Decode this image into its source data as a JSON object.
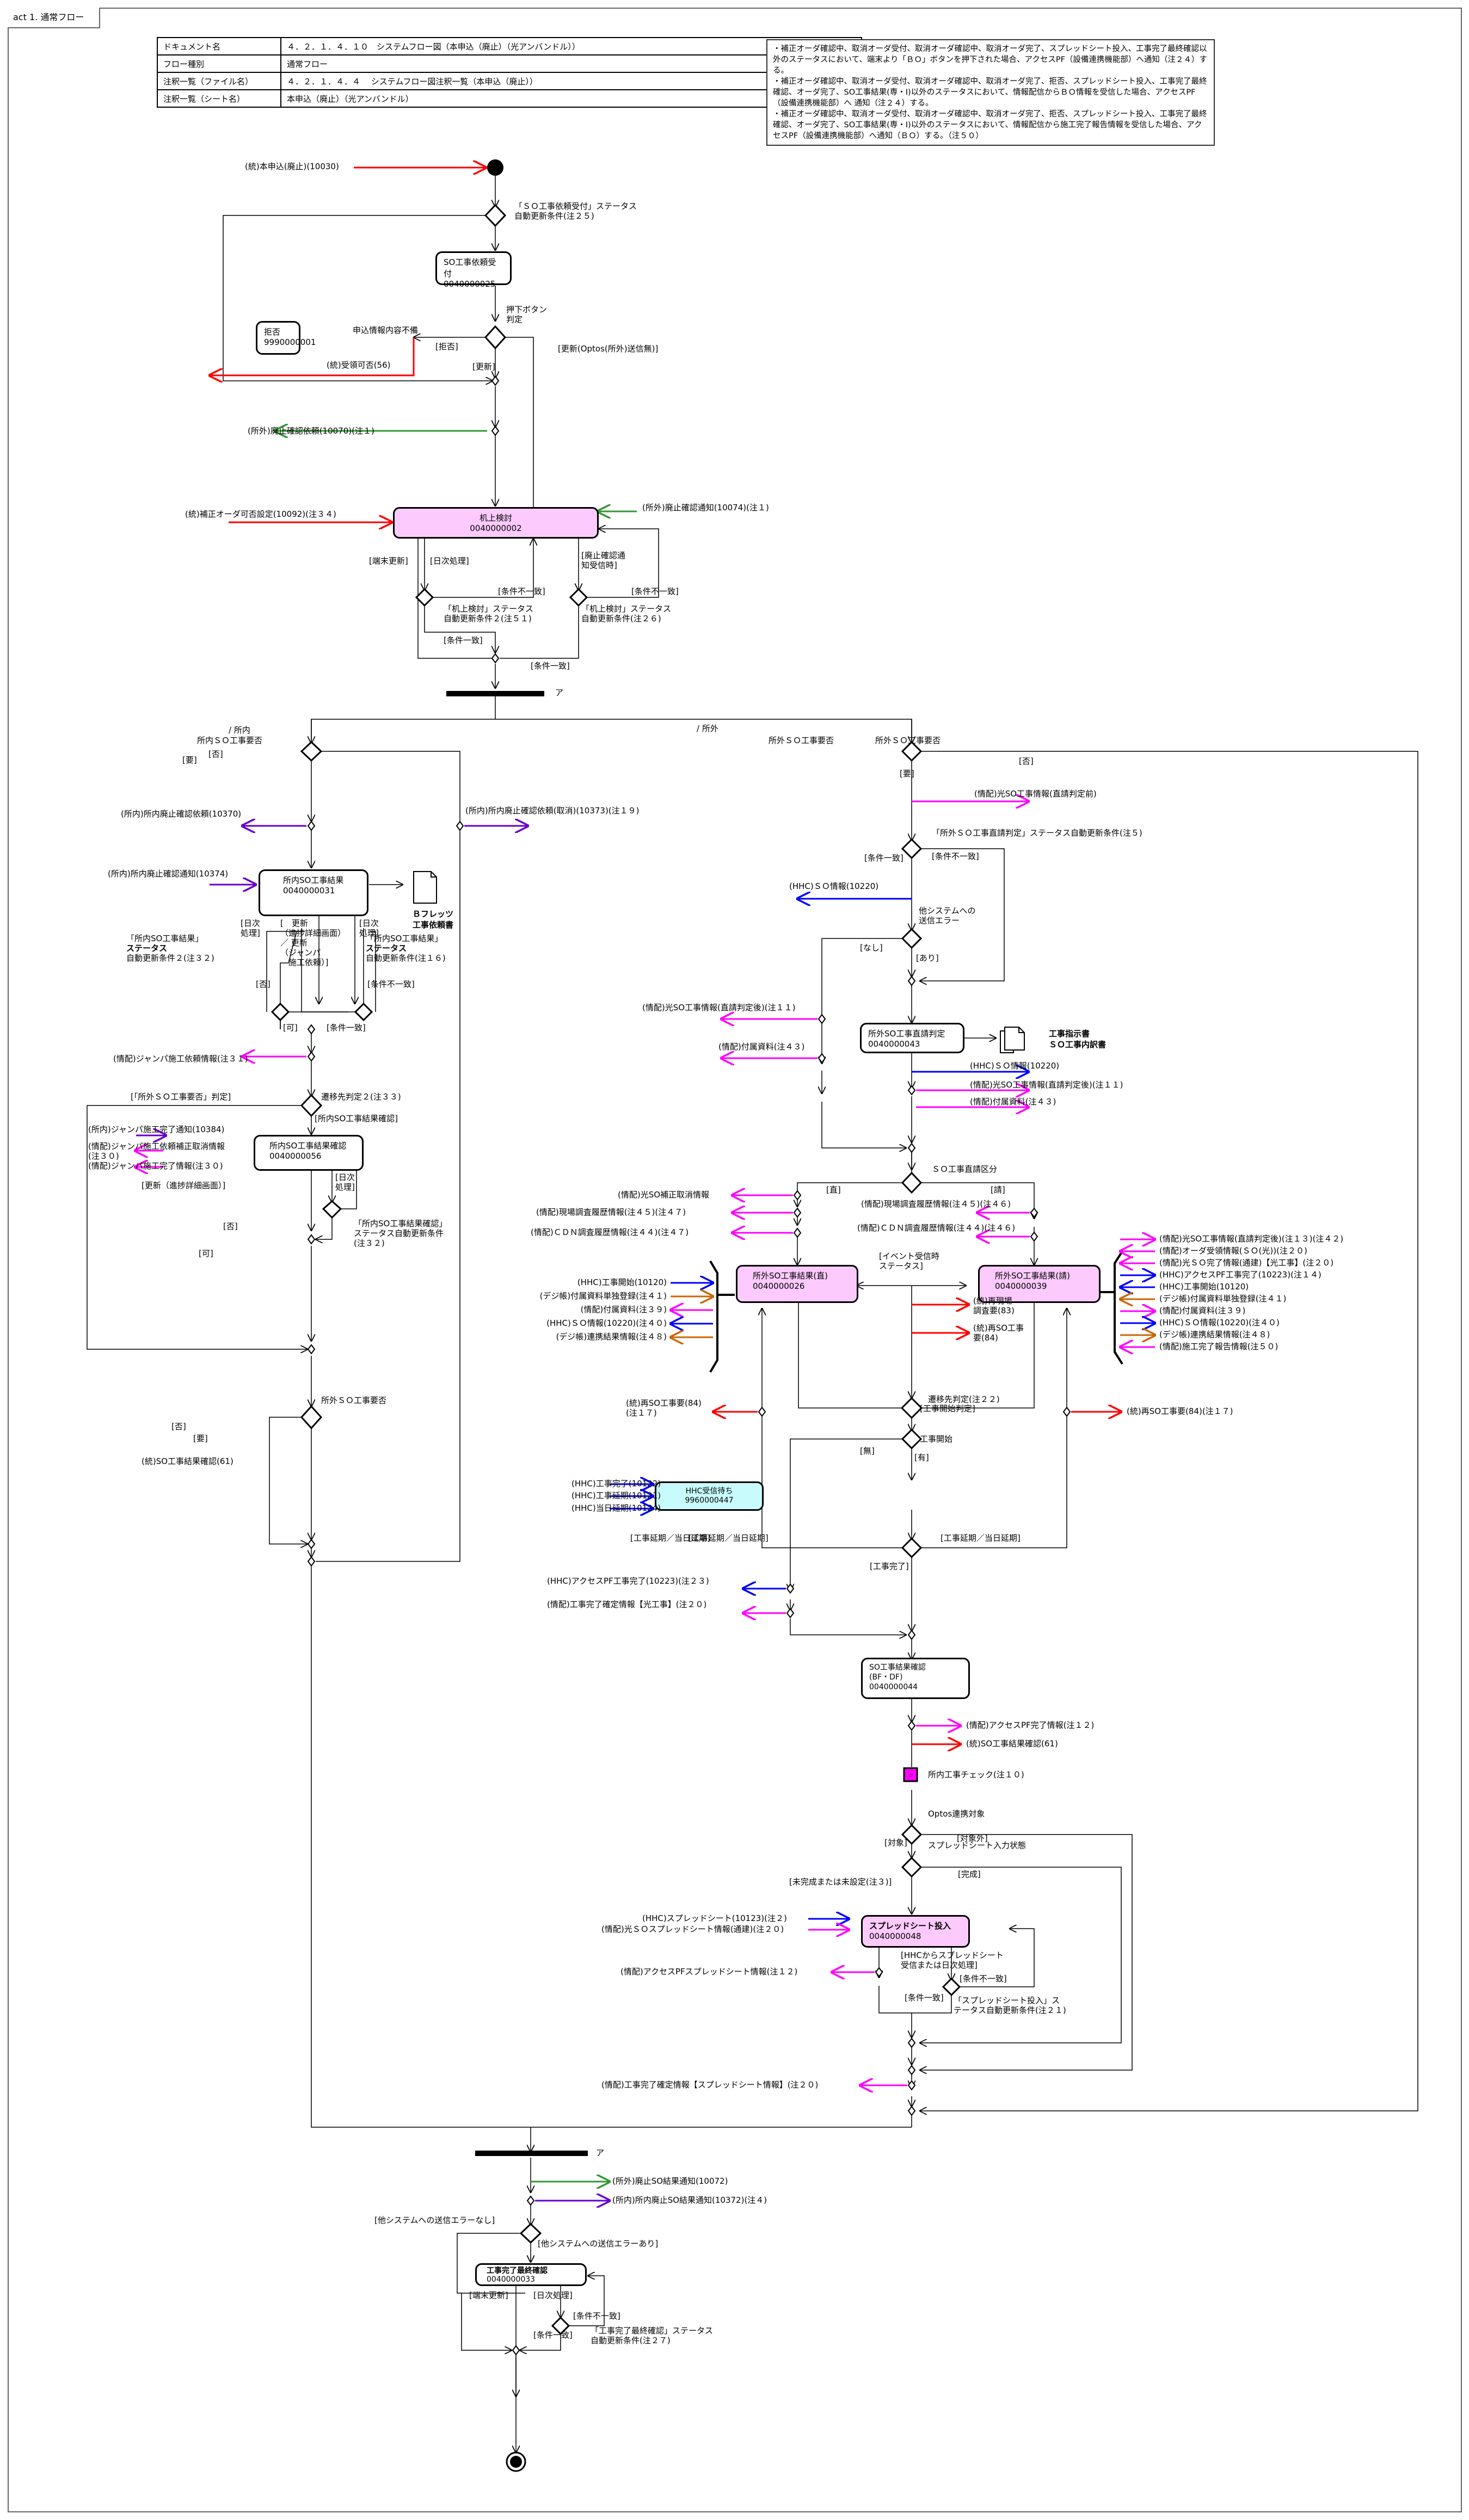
{
  "frame": {
    "title": "act 1. 通常フロー"
  },
  "meta_table": [
    {
      "key": "ドキュメント名",
      "value": "４．２．１．４．１０　システムフロー図（本申込（廃止）（光アンバンドル））"
    },
    {
      "key": "フロー種別",
      "value": "通常フロー"
    },
    {
      "key": "注釈一覧（ファイル名）",
      "value": "４．２．１．４．４　 システムフロー図注釈一覧（本申込（廃止））"
    },
    {
      "key": "注釈一覧（シート名）",
      "value": "本申込（廃止）（光アンバンドル）"
    }
  ],
  "note": [
    "・補正オーダ確認中、取消オーダ受付、取消オーダ確認中、取消オーダ完了、スプレッドシート投入、工事完了最終確認以外のステータスにおいて、端末より「ＢＯ」ボタンを押下された場合、アクセスPF（設備連携機能部）へ通知（注２４）する。",
    "・補正オーダ確認中、取消オーダ受付、取消オーダ確認中、取消オーダ完了、拒否、スプレッドシート投入、工事完了最終確認、オーダ完了、SO工事結果(専・I)以外のステータスにおいて、情報配信からＢＯ情報を受信した場合、アクセスPF（設備連携機能部）へ 通知（注２４）する。",
    "・補正オーダ確認中、取消オーダ受付、取消オーダ確認中、取消オーダ完了、拒否、スプレッドシート投入、工事完了最終確認、オーダ完了、SO工事結果(専・I)以外のステータスにおいて、情報配信から施工完了報告情報を受信した場合、アクセスPF（設備連携機能部）へ通知（ＢＯ）する。（注５０）"
  ],
  "colors": {
    "tokatsu": "#ff0000",
    "shogai": "#339933",
    "shonai": "#6600cc",
    "johai": "#ff00ff",
    "hhc": "#0000ff",
    "dejicho": "#cc6600",
    "pink_node": "#fccafc",
    "cyan_node": "#c8fcfc"
  },
  "nodes": {
    "so_irai": {
      "name": "SO工事依頼受付",
      "id": "0040000025"
    },
    "kyohi": {
      "name": "拒否",
      "id": "9990000001"
    },
    "kijo": {
      "name": "机上検討",
      "id": "0040000002"
    },
    "shonai_kekka": {
      "name": "所内SO工事結果",
      "id": "0040000031"
    },
    "shonai_kakunin": {
      "name": "所内SO工事結果確認",
      "id": "0040000056"
    },
    "shogai_chokusei": {
      "name": "所外SO工事直請判定",
      "id": "0040000043"
    },
    "shogai_choku": {
      "name": "所外SO工事結果(直)",
      "id": "0040000026"
    },
    "shogai_sei": {
      "name": "所外SO工事結果(請)",
      "id": "0040000039"
    },
    "hhc_wait": {
      "name": "HHC受信待ち",
      "id": "9960000447"
    },
    "so_kakunin": {
      "name": "SO工事結果確認",
      "sub": "(BF・DF)",
      "id": "0040000044"
    },
    "spread": {
      "name": "スプレッドシート投入",
      "id": "0040000048"
    },
    "kanryo": {
      "name": "工事完了最終確認",
      "id": "0040000033"
    }
  },
  "documents": {
    "bflets": [
      "Ｂフレッツ",
      "工事依頼書"
    ],
    "shiji": [
      "工事指示書",
      "ＳＯ工事内訳書"
    ]
  },
  "decisions": {
    "d_status25": [
      "「ＳＯ工事依頼受付」ステータス",
      "自動更新条件(注２５)"
    ],
    "d_oshita": [
      "押下ボタン",
      "判定"
    ],
    "d_kijo51": [
      "「机上検討」ステータス",
      "自動更新条件２(注５１)"
    ],
    "d_kijo26": [
      "「机上検討」ステータス",
      "自動更新条件(注２６)"
    ],
    "fork_a": "ア",
    "d_shonai_yohi": "所内ＳＯ工事要否",
    "d_shogai_yohi": "所外ＳＯ工事要否",
    "d_shonai32": [
      "「所内SO工事結果」",
      "ステータス",
      "自動更新条件２(注３２)"
    ],
    "d_shonai16": [
      "「所内SO工事結果」",
      "ステータス",
      "自動更新条件(注１６)"
    ],
    "d_seni33": "遷移先判定２(注３３)",
    "d_kakunin32": [
      "「所内SO工事結果確認」",
      "ステータス自動更新条件",
      "(注３２)"
    ],
    "d_shogai_yohi2": "所外ＳＯ工事要否",
    "d_chokusei5": "「所外ＳＯ工事直請判定」ステータス自動更新条件(注５)",
    "d_soshin_err": [
      "他システムへの",
      "送信エラー"
    ],
    "d_kubun": "ＳＯ工事直請区分",
    "d_seni22": "遷移先判定(注２２)",
    "d_koji_kaishi": "工事開始",
    "d_optos": "Optos連携対象",
    "d_spread_state": "スプレッドシート入力状態",
    "d_spread21": [
      "「スプレッドシート投入」ス",
      "テータス自動更新条件(注２１)"
    ],
    "d_kanryo27": [
      "「工事完了最終確認」ステータス",
      "自動更新条件(注２７)"
    ],
    "fork_a2": "ア",
    "shonai_check": "所内工事チェック(注１０)",
    "shonai_check_icon": "☆"
  },
  "guards": {
    "kyohi": "[拒否]",
    "koshin": "[更新]",
    "koshin_optos": "[更新(Optos(所外)送信無)]",
    "fubi": "申込情報内容不備",
    "tanmatsu": "[端末更新]",
    "nichiji": "[日次処理]",
    "fuicchi": "[条件不一致]",
    "icchi": "[条件一致]",
    "haishi_tsuchi": [
      "[廃止確認通",
      "知受信時]"
    ],
    "shonai": "/ 所内",
    "shogai": "/ 所外",
    "yo": "[要]",
    "hi": "[否]",
    "ka": "[可]",
    "nichiji2": [
      "[日次",
      "処理]"
    ],
    "koshin_shinchoku": [
      "[　更新",
      "（進捗詳細画面）",
      "／ 更新",
      "（ジャンパ",
      "　施工依頼）]"
    ],
    "shogai_hantei": "[「所外ＳＯ工事要否」判定]",
    "shonai_kakunin": "[所内SO工事結果確認]",
    "koshin_shinchoku2": "[更新（進捗詳細画面）]",
    "nashi": "[なし]",
    "ari": "[あり]",
    "choku": "[直]",
    "sei": "[請]",
    "event": [
      "[イベント受信時",
      "ステータス]"
    ],
    "koji_kaishi_hantei": "[工事開始判定]",
    "mu": "[無]",
    "yu": "[有]",
    "enki": "[工事延期／当日延期]",
    "kanryo": "[工事完了]",
    "taisho": "[対象]",
    "taishogai": "[対象外]",
    "kansei": "[完成]",
    "mikansei": "[未完成または未設定(注３)]",
    "hhc_spread": [
      "[HHCからスプレッドシート",
      "受信または日次処理]"
    ],
    "err_nashi": "[他システムへの送信エラーなし]",
    "err_ari": "[他システムへの送信エラーあり]"
  },
  "messages": {
    "m_honmoshikomi": "(統)本申込(廃止)(10030)",
    "m_juryo": "(統)受領可否(56)",
    "m_haishi_irai": "(所外)廃止確認依頼(10070)(注１)",
    "m_hosei": "(統)補正オーダ可否設定(10092)(注３４)",
    "m_haishi_tsuchi": "(所外)廃止確認通知(10074)(注１)",
    "m_shonai_irai": "(所内)所内廃止確認依頼(10370)",
    "m_shonai_torikeshi": "(所内)所内廃止確認依頼(取消)(10373)(注１９)",
    "m_shonai_tsuchi": "(所内)所内廃止確認通知(10374)",
    "m_jumper31": "(情配)ジャンパ施工依頼情報(注３１)",
    "m_jumper_kanryo_tsuchi": "(所内)ジャンパ施工完了通知(10384)",
    "m_jumper_hosei": [
      "(情配)ジャンパ施工依頼補正取消情報",
      "(注３０)"
    ],
    "m_jumper_kanryo": "(情配)ジャンパ施工完了情報(注３０)",
    "m_so_mae": "(情配)光SO工事情報(直請判定前)",
    "m_hhc_so": "(HHC)ＳＯ情報(10220)",
    "m_so_ato_l": "(情配)光SO工事情報(直請判定後)(注１１)",
    "m_fuzoku43_l": "(情配)付属資料(注４３)",
    "m_hhc_so_r": "(HHC)ＳＯ情報(10220)",
    "m_so_ato_r": "(情配)光SO工事情報(直請判定後)(注１１)",
    "m_fuzoku43_r": "(情配)付属資料(注４３)",
    "m_hosei_torikeshi": "(情配)光SO補正取消情報",
    "m_genba47": "(情配)現場調査履歴情報(注４５)(注４７)",
    "m_cdn47": "(情配)ＣＤＮ調査履歴情報(注４４)(注４７)",
    "m_genba46": "(情配)現場調査履歴情報(注４５)(注４６)",
    "m_cdn46": "(情配)ＣＤＮ調査履歴情報(注４４)(注４６)",
    "choku_side": [
      {
        "label": "(HHC)工事開始(10120)",
        "color": "hhc",
        "dir": "in"
      },
      {
        "label": "(デジ帳)付属資料単独登録(注４１)",
        "color": "dejicho",
        "dir": "in"
      },
      {
        "label": "(情配)付属資料(注３９)",
        "color": "johai",
        "dir": "out"
      },
      {
        "label": "(HHC)ＳＯ情報(10220)(注４０)",
        "color": "hhc",
        "dir": "out"
      },
      {
        "label": "(デジ帳)連携結果情報(注４８)",
        "color": "dejicho",
        "dir": "out"
      }
    ],
    "sei_side": [
      {
        "label": "(情配)光SO工事情報(直請判定後)(注１３)(注４２)",
        "color": "johai",
        "dir": "out"
      },
      {
        "label": "(情配)オーダ受領情報(ＳＯ(光))(注２０)",
        "color": "johai",
        "dir": "in"
      },
      {
        "label": "(情配)光ＳＯ完了情報(通建)【光工事】(注２０)",
        "color": "johai",
        "dir": "in"
      },
      {
        "label": "(HHC)アクセスPF工事完了(10223)(注１４)",
        "color": "hhc",
        "dir": "out"
      },
      {
        "label": "(HHC)工事開始(10120)",
        "color": "hhc",
        "dir": "in"
      },
      {
        "label": "(デジ帳)付属資料単独登録(注４１)",
        "color": "dejicho",
        "dir": "in"
      },
      {
        "label": "(情配)付属資料(注３９)",
        "color": "johai",
        "dir": "out"
      },
      {
        "label": "(HHC)ＳＯ情報(10220)(注４０)",
        "color": "hhc",
        "dir": "out"
      },
      {
        "label": "(デジ帳)連携結果情報(注４８)",
        "color": "dejicho",
        "dir": "out"
      },
      {
        "label": "(情配)施工完了報告情報(注５０)",
        "color": "johai",
        "dir": "in"
      }
    ],
    "m_genba83": [
      "(統)再現場",
      "調査要(83)"
    ],
    "m_reso84": [
      "(統)再SO工事",
      "要(84)"
    ],
    "m_reso84_l": [
      "(統)再SO工事要(84)",
      "(注１７)"
    ],
    "m_reso84_r": "(統)再SO工事要(84)(注１７)",
    "hhc_in": [
      "(HHC)工事完了(10122)",
      "(HHC)工事延期(10121)",
      "(HHC)当日延期(10124)"
    ],
    "m_accesspf23": "(HHC)アクセスPF工事完了(10223)(注２３)",
    "m_kanryo_kakutei": "(情配)工事完了確定情報【光工事】(注２０)",
    "m_accesspf_kanryo": "(情配)アクセスPF完了情報(注１２)",
    "m_so_kakunin61": "(統)SO工事結果確認(61)",
    "m_hhc_spread": "(HHC)スプレッドシート(10123)(注２)",
    "m_spread_tsuken": "(情配)光ＳＯスプレッドシート情報(通建)(注２０)",
    "m_accesspf_spread": "(情配)アクセスPFスプレッドシート情報(注１２)",
    "m_kakutei_spread": "(情配)工事完了確定情報【スプレッドシート情報】(注２０)",
    "m_haishi_so": "(所外)廃止SO結果通知(10072)",
    "m_shonai_haishi_so": "(所内)所内廃止SO結果通知(10372)(注４)",
    "m_so_kakunin61_left": "(統)SO工事結果確認(61)"
  }
}
